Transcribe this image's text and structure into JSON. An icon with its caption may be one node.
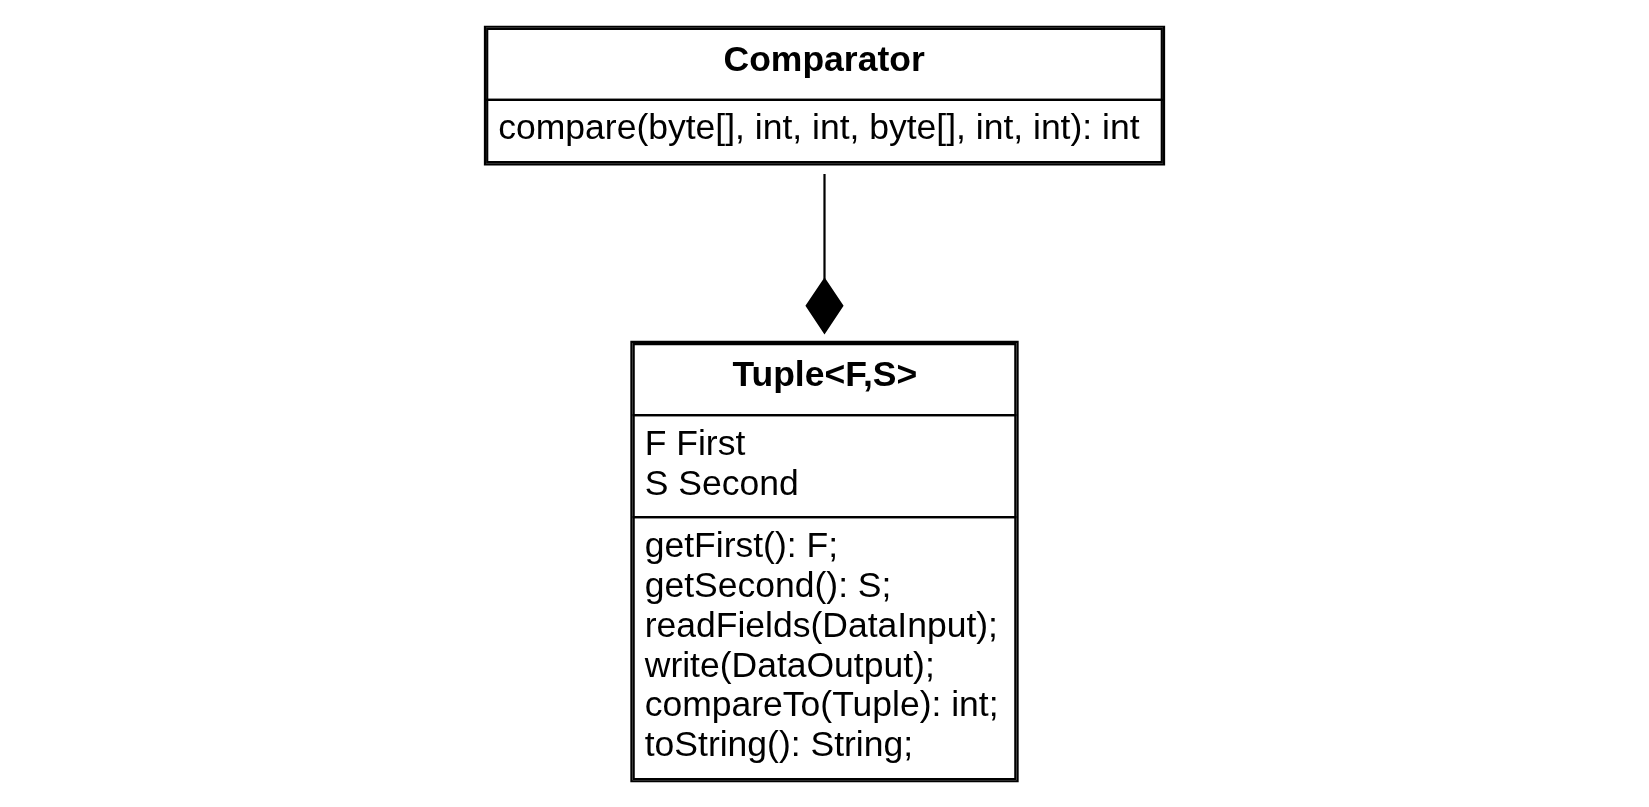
{
  "diagram": {
    "nodes": [
      {
        "text": [
          "Tuple<F,S>",
          "F First",
          "S Second",
          "getFirst(): F;",
          "getSecond(): S;",
          "readFields(DataInput);",
          "write(DataOutput);",
          "compareTo(Tuple): int;",
          "toString(): String;"
        ]
      },
      {
        "text": [
          "Comparator",
          "compare(byte[], int, int, byte[], int, int): int"
        ]
      }
    ],
    "edges": [
      {
        "from": 1,
        "to": 0,
        "arrow": "other"
      }
    ]
  }
}
